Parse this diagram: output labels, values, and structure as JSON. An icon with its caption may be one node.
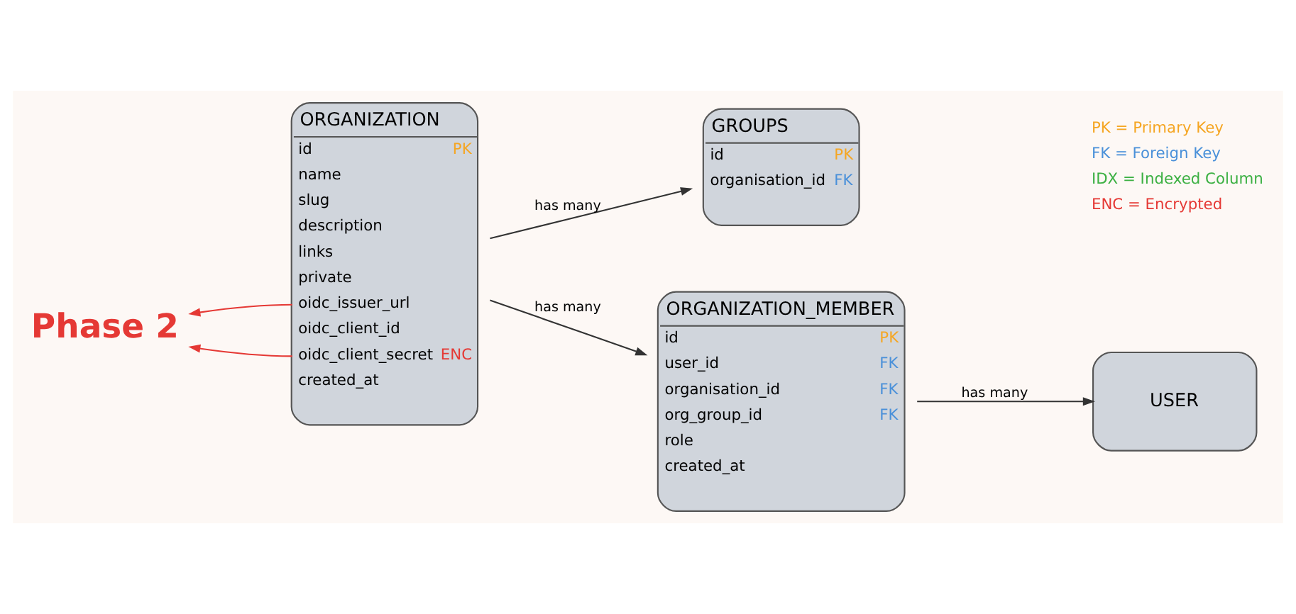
{
  "diagram": {
    "nodes": [
      {
        "text": [
          "ORGANIZATION",
          "id",
          "PK",
          "name",
          "slug",
          "description",
          "links",
          "private",
          "oidc_issuer_url",
          "oidc_client_id",
          "oidc_client_secret",
          "ENC",
          "created_at"
        ]
      },
      {
        "text": [
          "GROUPS",
          "id",
          "PK",
          "organisation_id",
          "FK"
        ]
      },
      {
        "text": [
          "ORGANIZATION_MEMBER",
          "id",
          "PK",
          "user_id",
          "FK",
          "organisation_id",
          "FK",
          "org_group_id",
          "FK",
          "role",
          "created_at"
        ]
      },
      {
        "text": [
          "USER"
        ]
      },
      {
        "text": [
          "Phase 2"
        ]
      }
    ],
    "edges": [
      {
        "from": 0,
        "to": 1,
        "arrow": "to",
        "label": "has many"
      },
      {
        "from": 0,
        "to": 2,
        "arrow": "to",
        "label": "has many"
      },
      {
        "from": 2,
        "to": 3,
        "arrow": "to",
        "label": "has many"
      },
      {
        "from": 0,
        "to": 4,
        "arrow": "to",
        "color": "#e53935"
      },
      {
        "from": 0,
        "to": 4,
        "arrow": "to",
        "color": "#e53935"
      }
    ],
    "legend": [
      {
        "text": "PK = Primary Key",
        "color": "#f5a623"
      },
      {
        "text": "FK = Foreign Key",
        "color": "#4a90d9"
      },
      {
        "text": "IDX = Indexed Column",
        "color": "#3cb043"
      },
      {
        "text": "ENC = Encrypted",
        "color": "#e53935"
      }
    ]
  }
}
